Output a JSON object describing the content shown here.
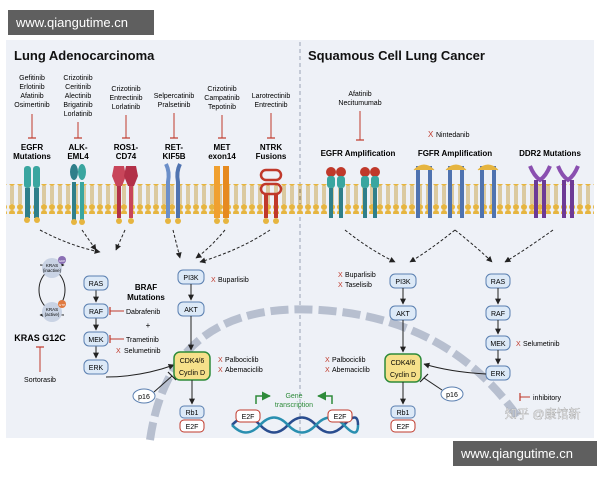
{
  "watermark": {
    "top": "www.qiangutime.cn",
    "bottom": "www.qiangutime.cn",
    "zhihu": "知乎 @康馆新"
  },
  "left_panel": {
    "title": "Lung Adenocarcinoma",
    "drug_groups": [
      {
        "lines": [
          "Gefitinib",
          "Erlotinib",
          "Afatinib",
          "Osimertinib"
        ],
        "target": [
          "EGFR",
          "Mutations"
        ]
      },
      {
        "lines": [
          "Crizotinib",
          "Ceritinib",
          "Alectinib",
          "Brigatinib",
          "Lorlatinib"
        ],
        "target": [
          "ALK-",
          "EML4"
        ]
      },
      {
        "lines": [
          "Crizotinib",
          "Entrectinib",
          "Lorlatinib"
        ],
        "target": [
          "ROS1-",
          "CD74"
        ]
      },
      {
        "lines": [
          "Selpercatinib",
          "Pralsetinib"
        ],
        "target": [
          "RET-",
          "KIF5B"
        ]
      },
      {
        "lines": [
          "Crizotinib",
          "Campatinib",
          "Tepotinib"
        ],
        "target": [
          "MET",
          "exon14"
        ]
      },
      {
        "lines": [
          "Larotrectinib",
          "Entrectinib"
        ],
        "target": [
          "NTRK",
          "Fusions"
        ]
      }
    ],
    "kras": {
      "gtp": "GTP",
      "gdp": "GDP",
      "inactive": [
        "KRAS",
        "(inactive)"
      ],
      "active": [
        "KRAS",
        "(active)"
      ],
      "label": "KRAS G12C",
      "drug": "Sortorasib"
    },
    "nodes": {
      "ras": "RAS",
      "raf": "RAF",
      "mek": "MEK",
      "erk": "ERK",
      "pi3k": "PI3K",
      "akt": "AKT",
      "cdk": "CDK4/6",
      "cyclin": "Cyclin D",
      "rb1": "Rb1",
      "e2f": "E2F",
      "p16": "p16"
    },
    "braf": [
      "BRAF",
      "Mutations"
    ],
    "plus": "+",
    "drugs": {
      "buparlisib": "Buparlisib",
      "dabrafenib": "Dabrafenib",
      "trametinib": "Trametinib",
      "selumetinib": "Selumetinib",
      "palbociclib": "Palbociclib",
      "abemaciclib": "Abemaciclib"
    }
  },
  "right_panel": {
    "title": "Squamous Cell Lung Cancer",
    "egfr_drugs": [
      "Afatinib",
      "Necitumumab"
    ],
    "egfr_target": "EGFR Amplification",
    "fgfr_drug": "Nintedanib",
    "fgfr_target": "FGFR Amplification",
    "ddr2_target": "DDR2 Mutations",
    "nodes": {
      "pi3k": "PI3K",
      "akt": "AKT",
      "cdk": "CDK4/6",
      "cyclin": "Cyclin D",
      "rb1": "Rb1",
      "e2f": "E2F",
      "p16": "p16",
      "ras": "RAS",
      "raf": "RAF",
      "mek": "MEK",
      "erk": "ERK"
    },
    "drugs": {
      "buparlisib": "Buparlisib",
      "taselisib": "Taselisib",
      "palbociclib": "Palbociclib",
      "abemaciclib": "Abemaciclib",
      "selumetinib": "Selumetinib"
    },
    "legend": "inhibitory"
  },
  "nucleus": {
    "e2f_left": "E2F",
    "e2f_right": "E2F",
    "gene_transcription": [
      "Gene",
      "transcription"
    ]
  },
  "x_mark": "X",
  "colors": {
    "panel_bg": "#eef1f7",
    "box_fill": "#dce9f7",
    "box_stroke": "#5a7fb0",
    "inhibit": "#c0392b",
    "green": "#2e8b3a",
    "yellow_box": "#f6e08a"
  }
}
